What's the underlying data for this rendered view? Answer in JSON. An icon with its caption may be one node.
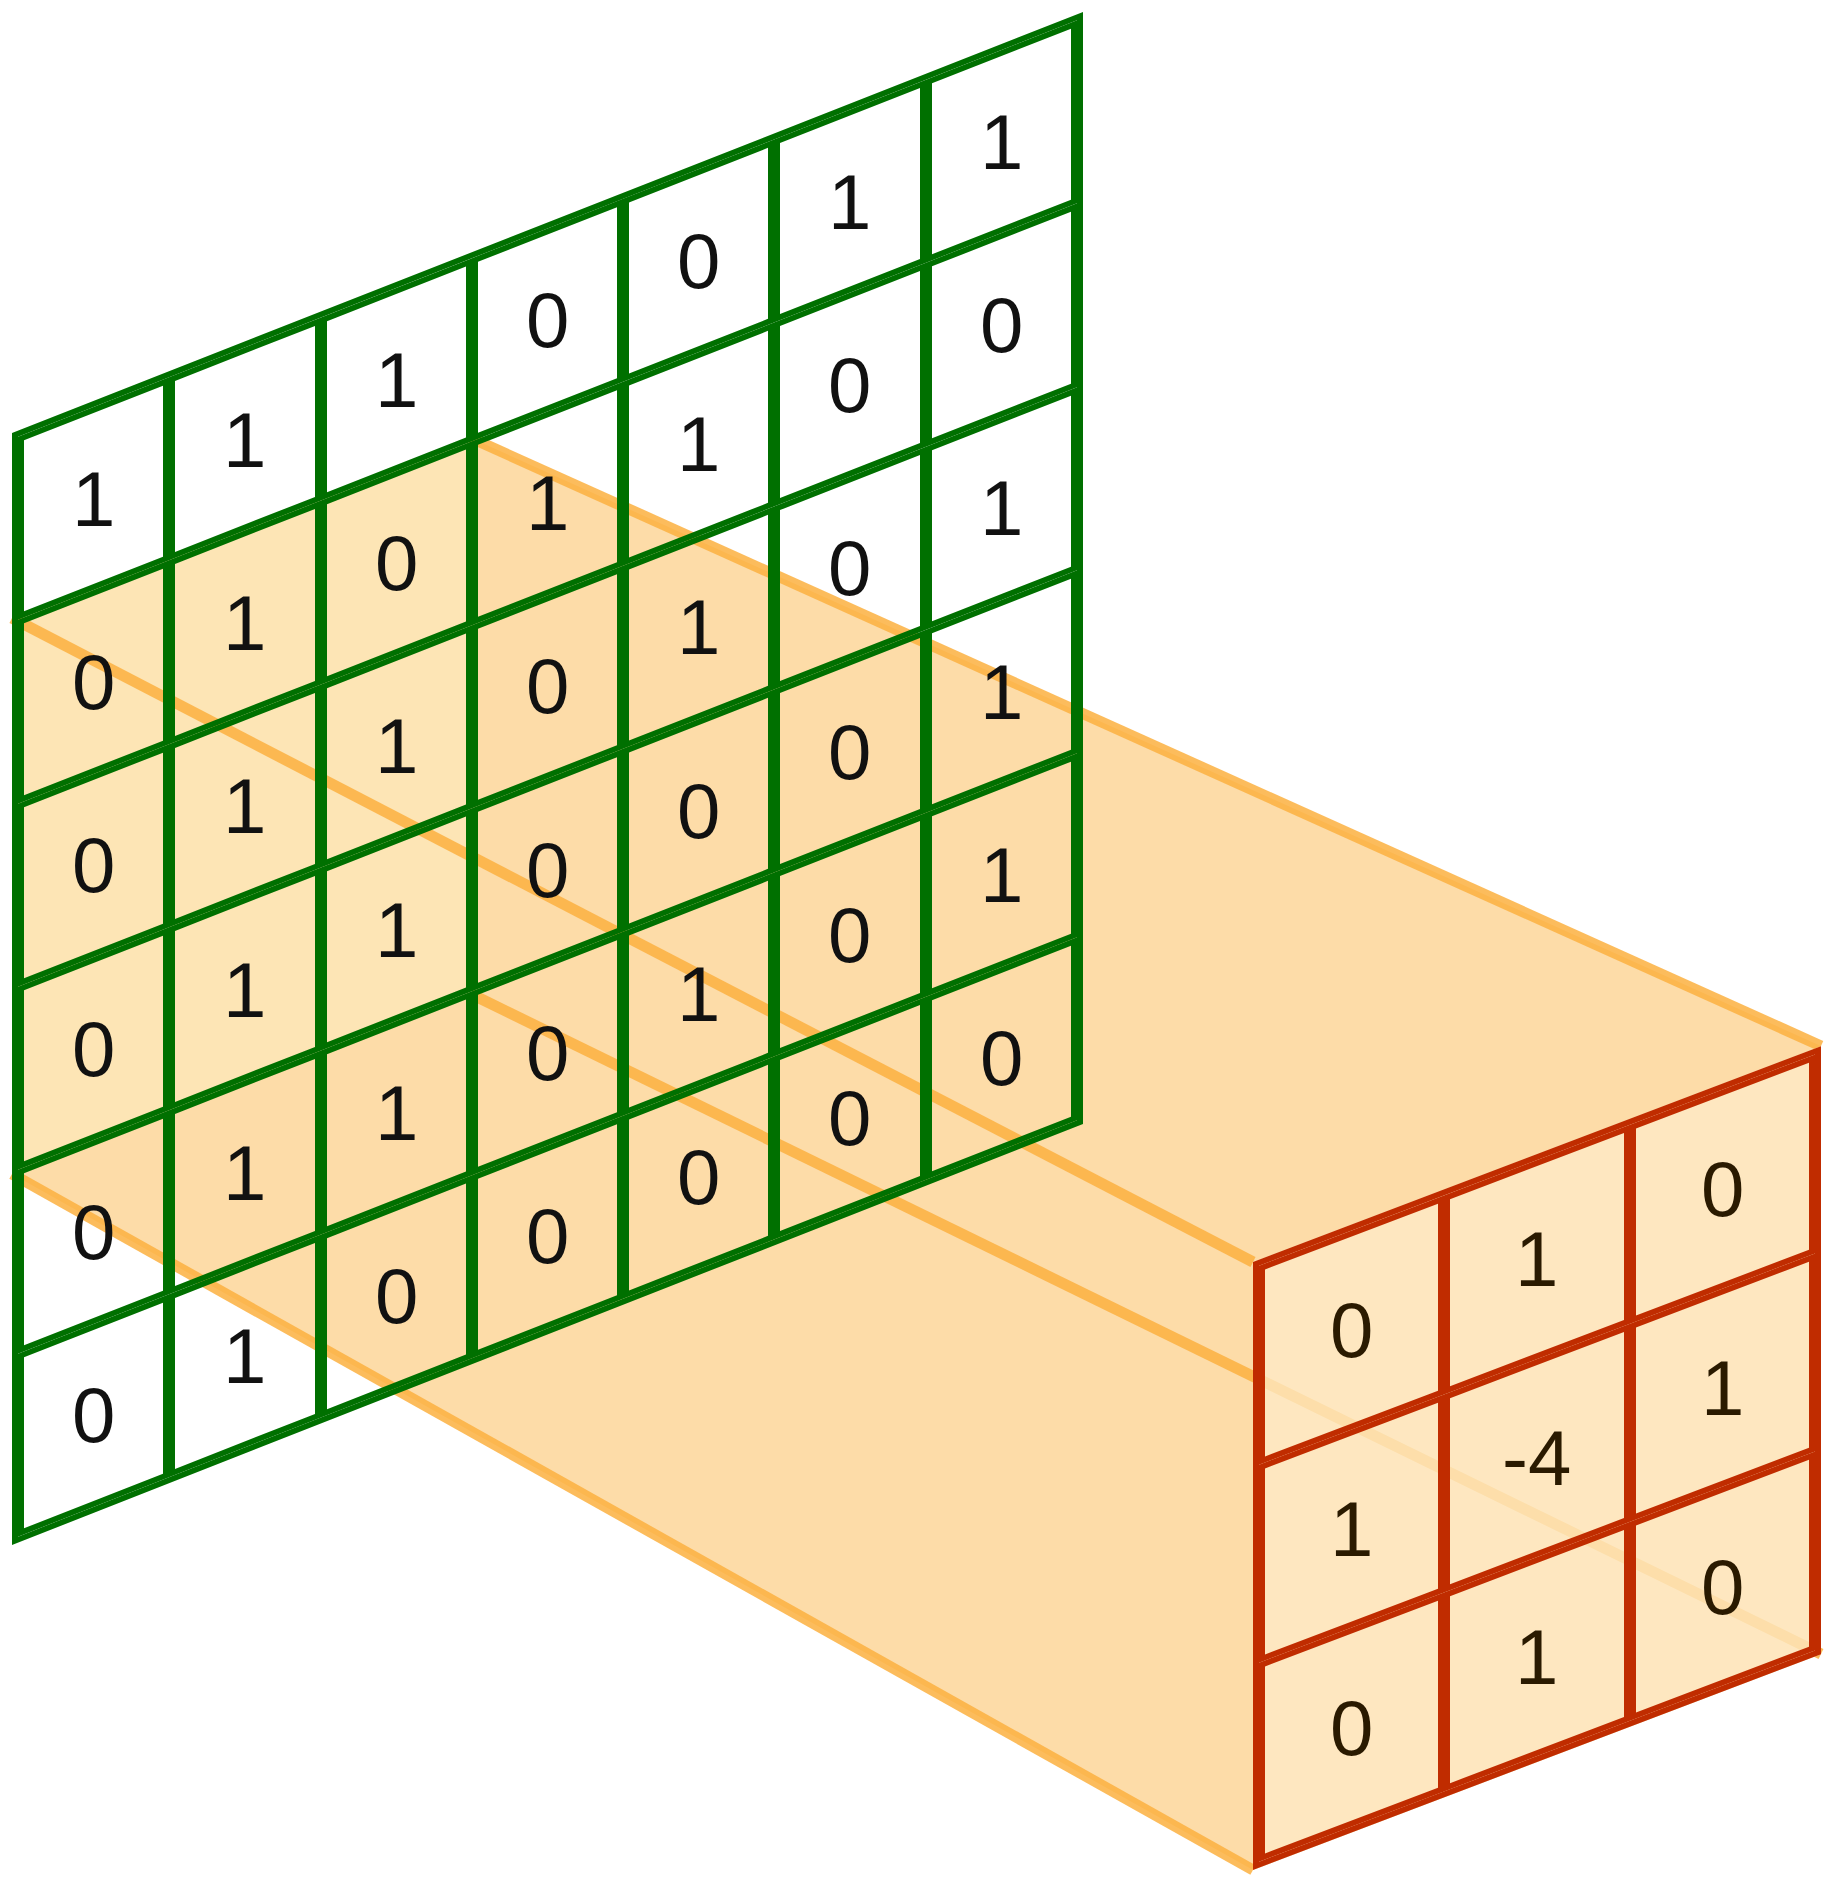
{
  "diagram": {
    "nodes": [
      {
        "text": [],
        "shape": "box"
      },
      {
        "text": [
          "1"
        ],
        "in": 0
      },
      {
        "text": [
          "1"
        ],
        "in": 0
      },
      {
        "text": [
          "1"
        ],
        "in": 0
      },
      {
        "text": [
          "0"
        ],
        "in": 0
      },
      {
        "text": [
          "0"
        ],
        "in": 0
      },
      {
        "text": [
          "1"
        ],
        "in": 0
      },
      {
        "text": [
          "1"
        ],
        "in": 0
      },
      {
        "text": [
          "0"
        ],
        "in": 0
      },
      {
        "text": [
          "1"
        ],
        "in": 0
      },
      {
        "text": [
          "0"
        ],
        "in": 0
      },
      {
        "text": [
          "1"
        ],
        "in": 0
      },
      {
        "text": [
          "1"
        ],
        "in": 0
      },
      {
        "text": [
          "0"
        ],
        "in": 0
      },
      {
        "text": [
          "0"
        ],
        "in": 0
      },
      {
        "text": [
          "0"
        ],
        "in": 0
      },
      {
        "text": [
          "1"
        ],
        "in": 0
      },
      {
        "text": [
          "1"
        ],
        "in": 0
      },
      {
        "text": [
          "0"
        ],
        "in": 0
      },
      {
        "text": [
          "1"
        ],
        "in": 0
      },
      {
        "text": [
          "0"
        ],
        "in": 0
      },
      {
        "text": [
          "1"
        ],
        "in": 0
      },
      {
        "text": [
          "0"
        ],
        "in": 0
      },
      {
        "text": [
          "1"
        ],
        "in": 0
      },
      {
        "text": [
          "1"
        ],
        "in": 0
      },
      {
        "text": [
          "0"
        ],
        "in": 0
      },
      {
        "text": [
          "0"
        ],
        "in": 0
      },
      {
        "text": [
          "0"
        ],
        "in": 0
      },
      {
        "text": [
          "1"
        ],
        "in": 0
      },
      {
        "text": [
          "0"
        ],
        "in": 0
      },
      {
        "text": [
          "1"
        ],
        "in": 0
      },
      {
        "text": [
          "1"
        ],
        "in": 0
      },
      {
        "text": [
          "0"
        ],
        "in": 0
      },
      {
        "text": [
          "1"
        ],
        "in": 0
      },
      {
        "text": [
          "0"
        ],
        "in": 0
      },
      {
        "text": [
          "1"
        ],
        "in": 0
      },
      {
        "text": [
          "0"
        ],
        "in": 0
      },
      {
        "text": [
          "1"
        ],
        "in": 0
      },
      {
        "text": [
          "0"
        ],
        "in": 0
      },
      {
        "text": [
          "0"
        ],
        "in": 0
      },
      {
        "text": [
          "0"
        ],
        "in": 0
      },
      {
        "text": [
          "0"
        ],
        "in": 0
      },
      {
        "text": [
          "0"
        ],
        "in": 0
      },
      {
        "text": [],
        "shape": "box"
      },
      {
        "text": [
          "0"
        ],
        "in": 43
      },
      {
        "text": [
          "1"
        ],
        "in": 43
      },
      {
        "text": [
          "0"
        ],
        "in": 43
      },
      {
        "text": [
          "1"
        ],
        "in": 43
      },
      {
        "text": [
          "-4"
        ],
        "in": 43
      },
      {
        "text": [
          "1"
        ],
        "in": 43
      },
      {
        "text": [
          "0"
        ],
        "in": 43
      },
      {
        "text": [
          "1"
        ],
        "in": 43
      },
      {
        "text": [
          "0"
        ],
        "in": 43
      }
    ]
  }
}
